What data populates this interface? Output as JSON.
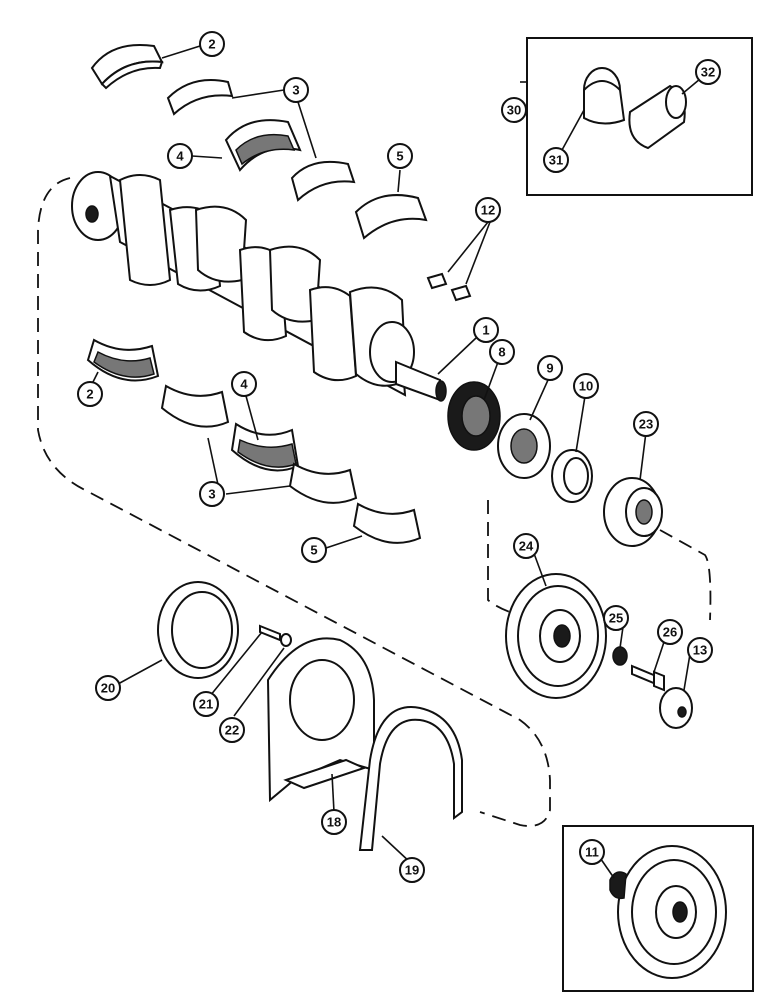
{
  "callouts": {
    "c2a": "2",
    "c3a": "3",
    "c4a": "4",
    "c5a": "5",
    "c30": "30",
    "c31": "31",
    "c32": "32",
    "c12": "12",
    "c1": "1",
    "c8": "8",
    "c9": "9",
    "c10": "10",
    "c23": "23",
    "c2b": "2",
    "c4b": "4",
    "c3b": "3",
    "c5b": "5",
    "c24": "24",
    "c25": "25",
    "c26": "26",
    "c13": "13",
    "c20": "20",
    "c21": "21",
    "c22": "22",
    "c18": "18",
    "c19": "19",
    "c11": "11"
  }
}
